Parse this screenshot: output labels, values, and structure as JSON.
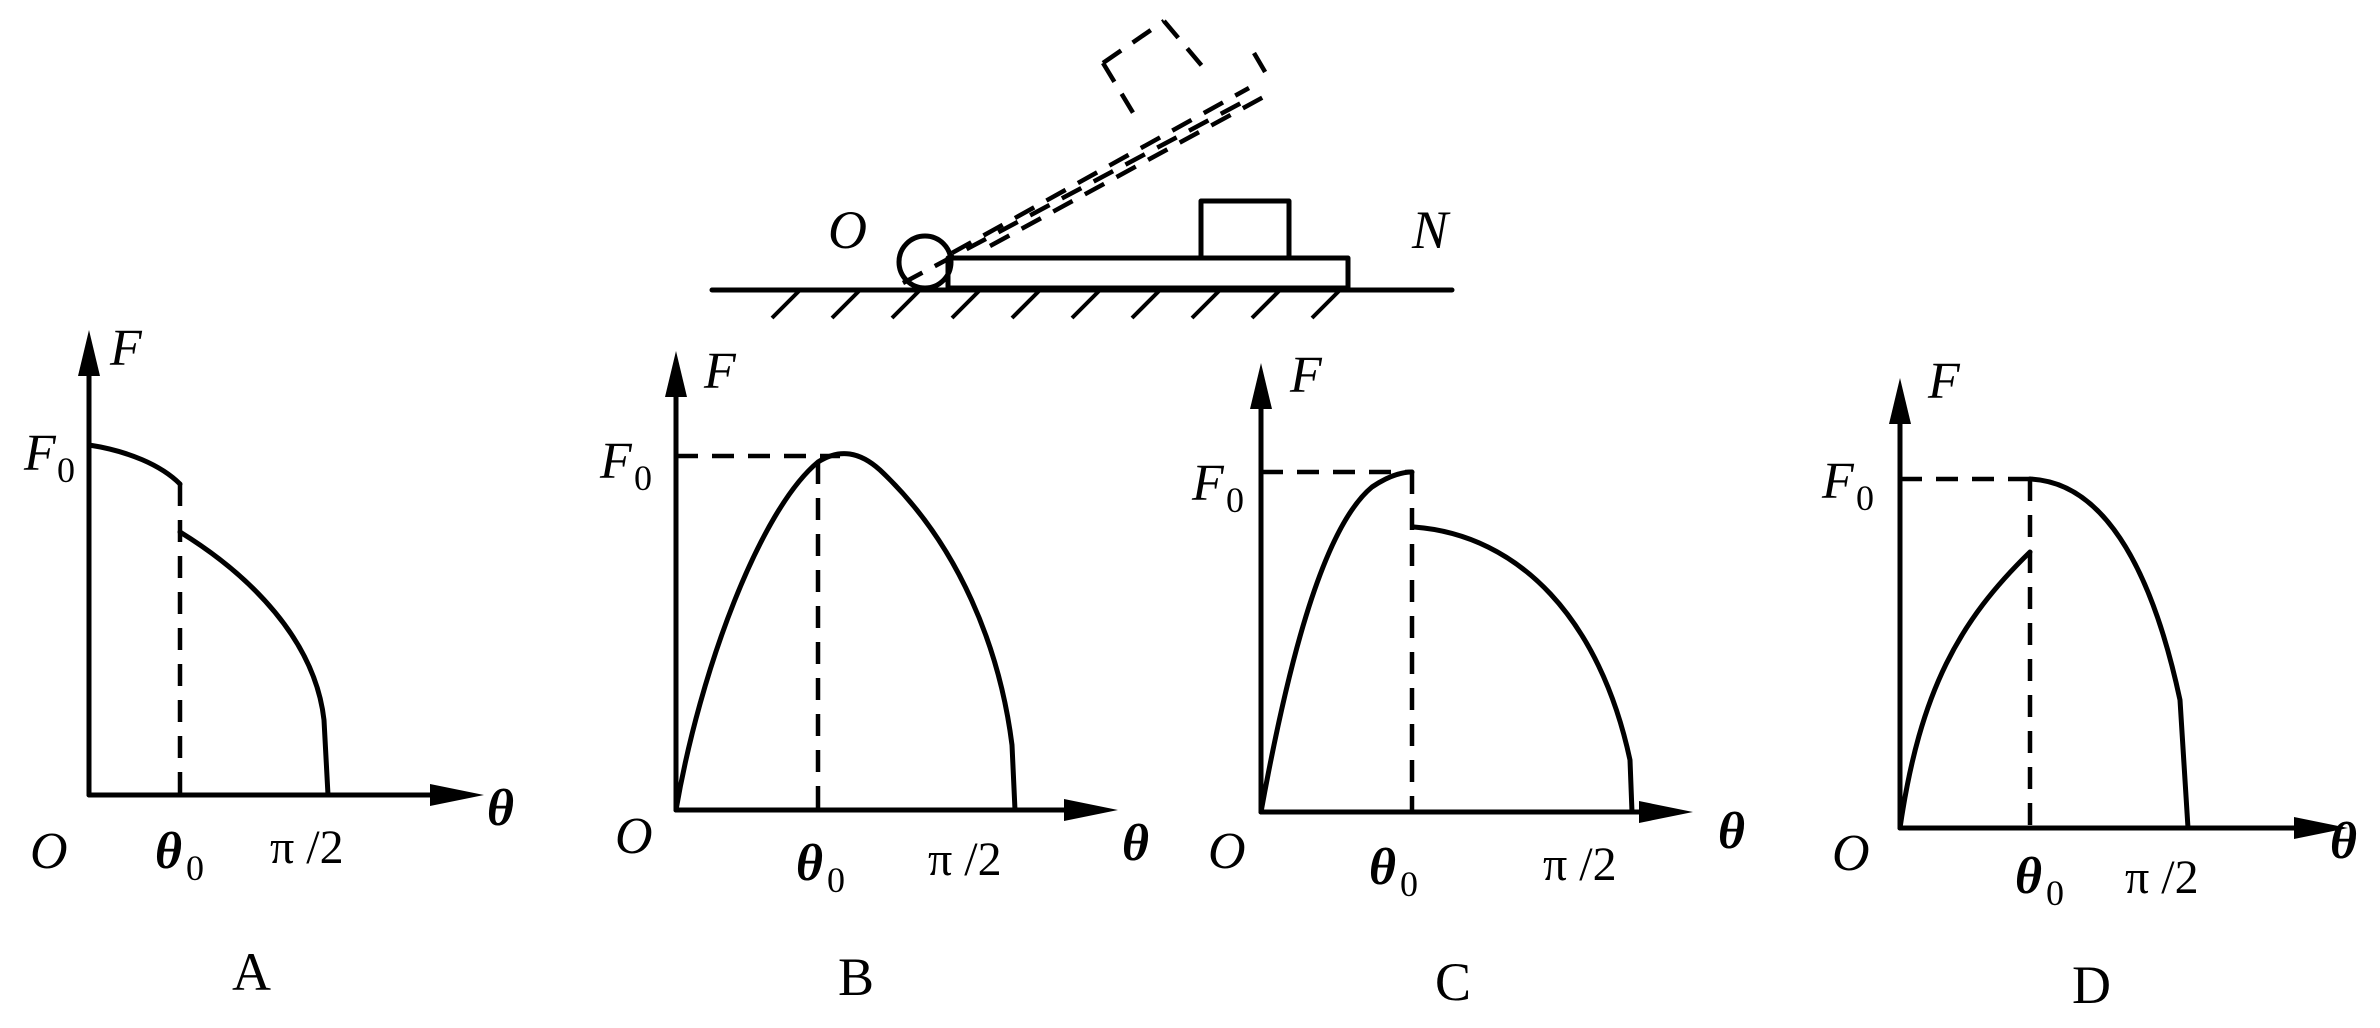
{
  "setup": {
    "pivot_label": "O",
    "end_label": "N"
  },
  "graphs": [
    {
      "id": "A",
      "caption": "A",
      "y_axis": "F",
      "x_axis": "θ",
      "origin": "O",
      "y_tick": "F",
      "y_tick_sub": "0",
      "x_tick_1": "θ",
      "x_tick_1_sub": "0",
      "x_tick_2": "π /2"
    },
    {
      "id": "B",
      "caption": "B",
      "y_axis": "F",
      "x_axis": "θ",
      "origin": "O",
      "y_tick": "F",
      "y_tick_sub": "0",
      "x_tick_1": "θ",
      "x_tick_1_sub": "0",
      "x_tick_2": "π /2"
    },
    {
      "id": "C",
      "caption": "C",
      "y_axis": "F",
      "x_axis": "θ",
      "origin": "O",
      "y_tick": "F",
      "y_tick_sub": "0",
      "x_tick_1": "θ",
      "x_tick_1_sub": "0",
      "x_tick_2": "π /2"
    },
    {
      "id": "D",
      "caption": "D",
      "y_axis": "F",
      "x_axis": "θ",
      "origin": "O",
      "y_tick": "F",
      "y_tick_sub": "0",
      "x_tick_1": "θ",
      "x_tick_1_sub": "0",
      "x_tick_2": "π /2"
    }
  ]
}
